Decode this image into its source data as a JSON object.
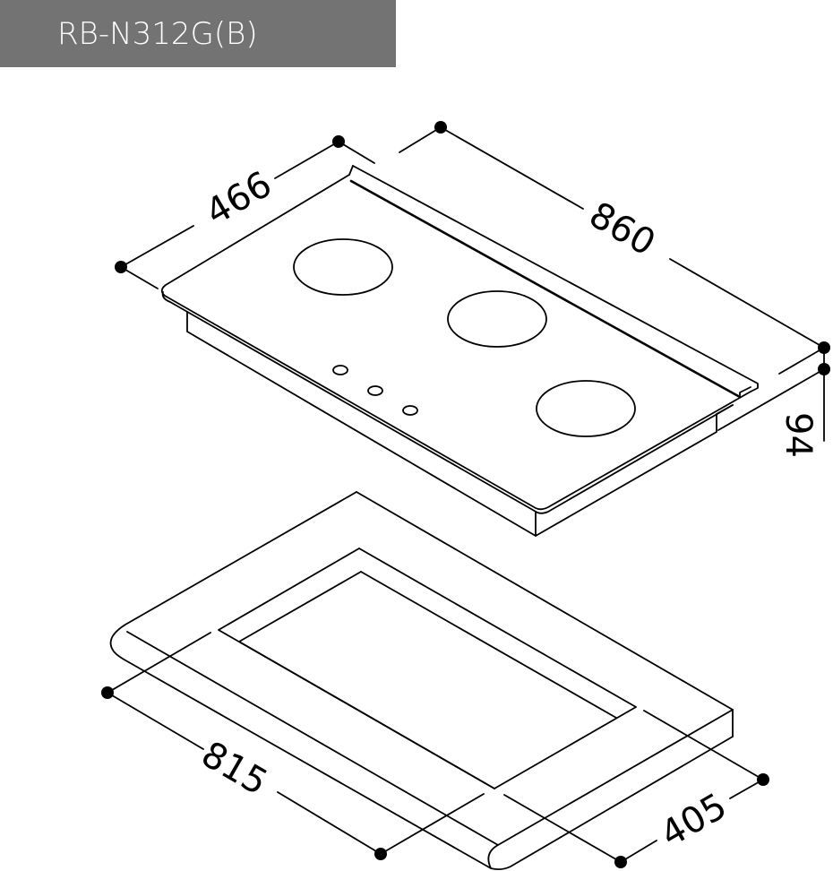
{
  "header": {
    "model": "RB-N312G(B)",
    "background_color": "#737373",
    "text_color": "#ffffff"
  },
  "cooktop": {
    "burners": 3,
    "control_knobs": 3,
    "dimensions": {
      "depth": "466",
      "width": "860",
      "height": "94"
    }
  },
  "cutout": {
    "dimensions": {
      "width": "815",
      "depth": "405"
    }
  },
  "colors": {
    "line": "#000000",
    "background": "#ffffff"
  }
}
